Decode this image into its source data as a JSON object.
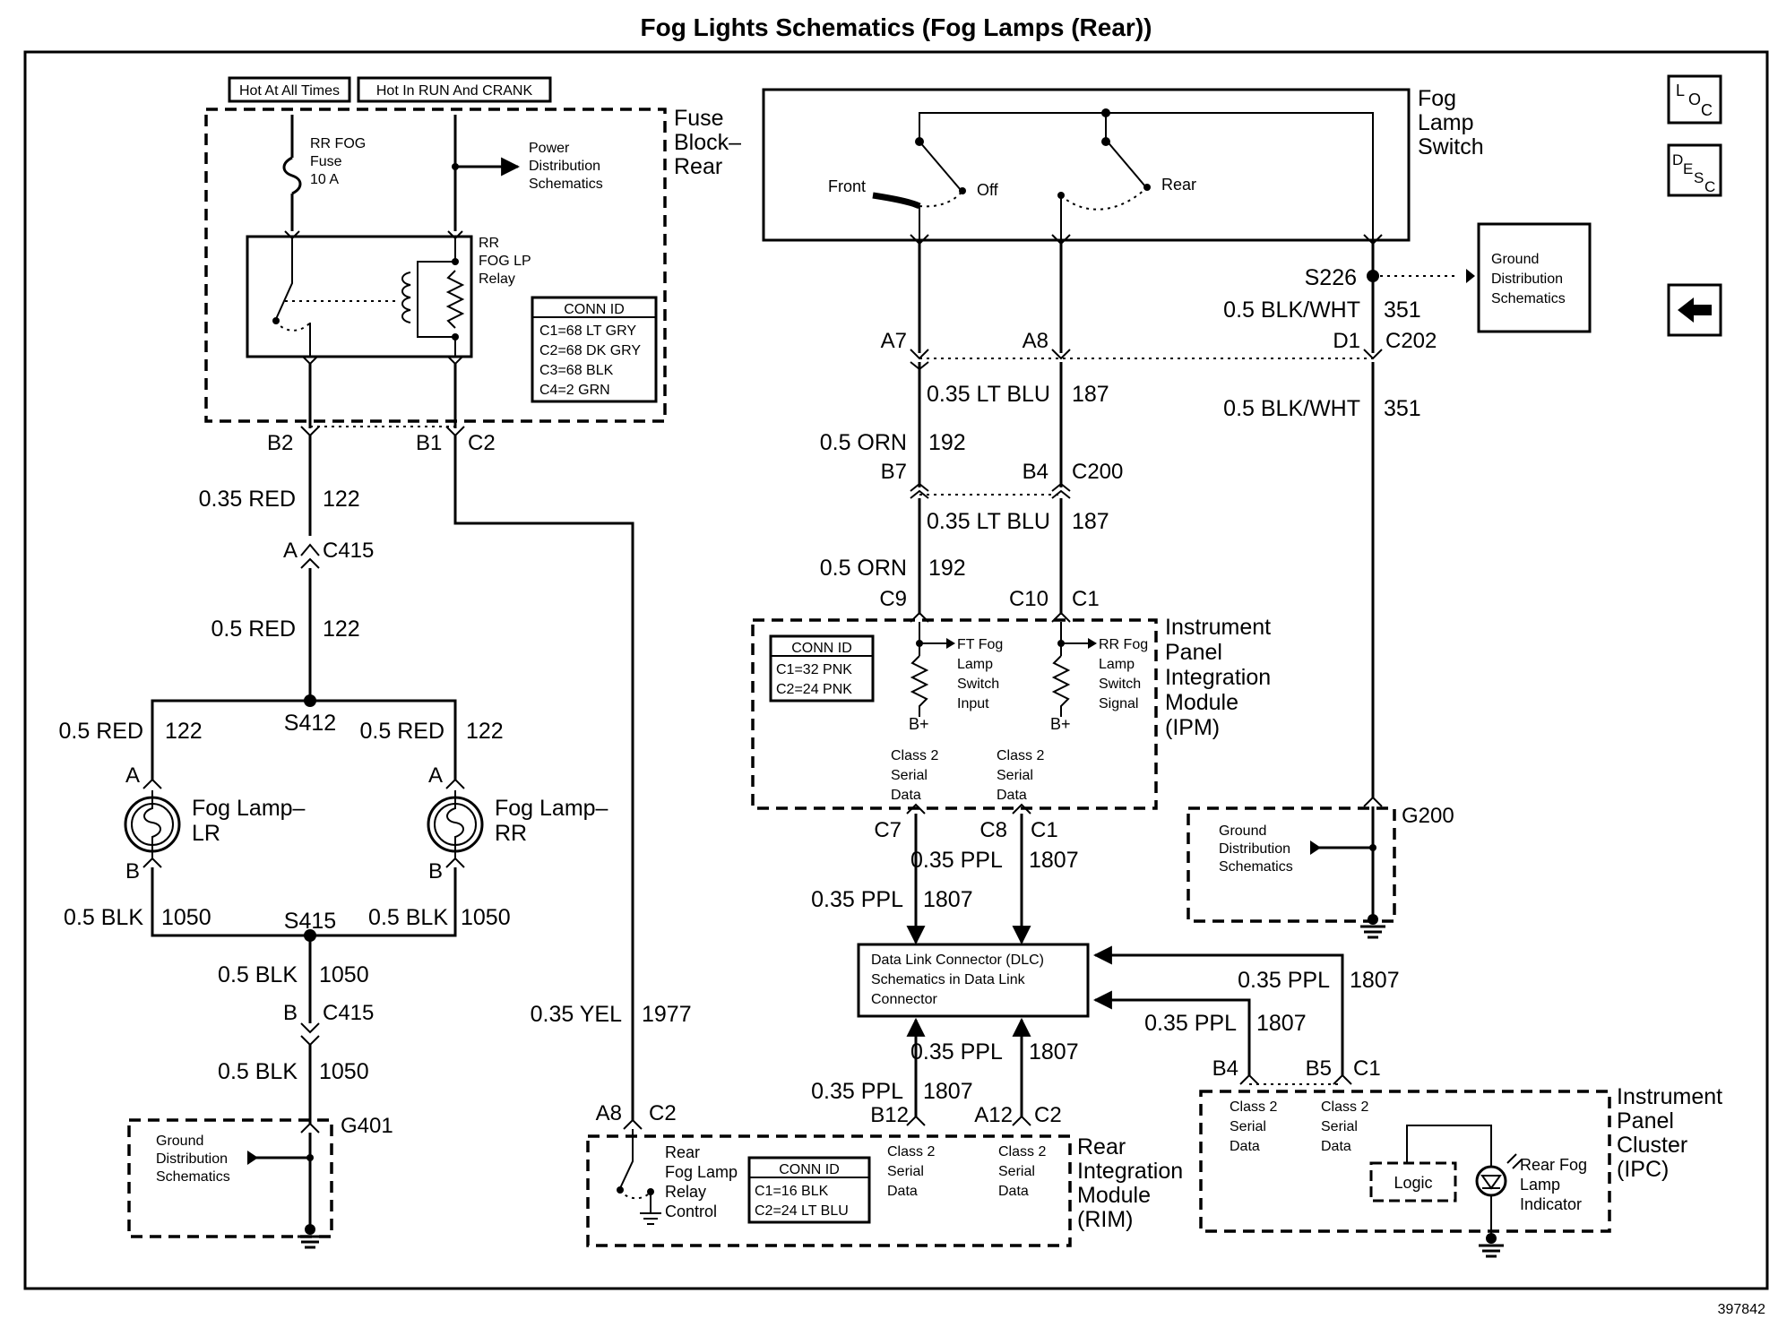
{
  "title": "Fog Lights Schematics (Fog Lamps (Rear))",
  "figure_id": "397842",
  "nav_icons": [
    {
      "name": "loc-icon",
      "letters": [
        "L",
        "O",
        "C"
      ]
    },
    {
      "name": "desc-icon",
      "letters": [
        "D",
        "E",
        "S",
        "C"
      ]
    },
    {
      "name": "back-arrow-icon"
    }
  ],
  "power_labels": [
    "Hot At All Times",
    "Hot In RUN And CRANK"
  ],
  "fuse_block": {
    "name": [
      "Fuse",
      "Block–",
      "Rear"
    ],
    "fuse": [
      "RR FOG",
      "Fuse",
      "10 A"
    ],
    "relay": [
      "RR",
      "FOG LP",
      "Relay"
    ],
    "power_dist": [
      "Power",
      "Distribution",
      "Schematics"
    ],
    "conn_id_title": "CONN ID",
    "conn_ids": [
      "C1=68 LT GRY",
      "C2=68 DK GRY",
      "C3=68 BLK",
      "C4=2 GRN"
    ]
  },
  "fog_switch": {
    "name": [
      "Fog",
      "Lamp",
      "Switch"
    ],
    "positions": [
      "Front",
      "Off",
      "Rear"
    ]
  },
  "ground_dist": [
    "Ground",
    "Distribution",
    "Schematics"
  ],
  "connectors": {
    "B2": "B2",
    "B1": "B1",
    "C2": "C2",
    "A": "A",
    "C415": "C415",
    "B": "B",
    "S412": "S412",
    "S415": "S415",
    "G401": "G401",
    "A7": "A7",
    "A8": "A8",
    "S226": "S226",
    "D1": "D1",
    "C202": "C202",
    "B7": "B7",
    "B4": "B4",
    "C200": "C200",
    "C9": "C9",
    "C10": "C10",
    "C1": "C1",
    "C7": "C7",
    "C8": "C8",
    "G200": "G200",
    "B12": "B12",
    "A12": "A12",
    "B5": "B5"
  },
  "wires": {
    "red_035": "0.35 RED",
    "n122": "122",
    "red_05": "0.5 RED",
    "blk_05": "0.5 BLK",
    "n1050": "1050",
    "yel_035": "0.35 YEL",
    "n1977": "1977",
    "ltblu_035": "0.35 LT BLU",
    "n187": "187",
    "orn_05": "0.5 ORN",
    "n192": "192",
    "blkwht_05": "0.5 BLK/WHT",
    "n351": "351",
    "ppl_035": "0.35 PPL",
    "n1807": "1807"
  },
  "fog_lamps": {
    "lr": [
      "Fog Lamp–",
      "LR"
    ],
    "rr": [
      "Fog Lamp–",
      "RR"
    ]
  },
  "ipm": {
    "name": [
      "Instrument",
      "Panel",
      "Integration",
      "Module",
      "(IPM)"
    ],
    "conn_id_title": "CONN ID",
    "conn_ids": [
      "C1=32 PNK",
      "C2=24 PNK"
    ],
    "ft_input": [
      "FT Fog",
      "Lamp",
      "Switch",
      "Input"
    ],
    "rr_signal": [
      "RR Fog",
      "Lamp",
      "Switch",
      "Signal"
    ],
    "bplus": "B+",
    "serial": [
      "Class 2",
      "Serial",
      "Data"
    ]
  },
  "dlc": [
    "Data Link Connector (DLC)",
    "Schematics in Data Link",
    "Connector"
  ],
  "rim": {
    "name": [
      "Rear",
      "Integration",
      "Module",
      "(RIM)"
    ],
    "relay_control": [
      "Rear",
      "Fog Lamp",
      "Relay",
      "Control"
    ],
    "conn_id_title": "CONN ID",
    "conn_ids": [
      "C1=16 BLK",
      "C2=24 LT BLU"
    ],
    "serial": [
      "Class 2",
      "Serial",
      "Data"
    ]
  },
  "ipc": {
    "name": [
      "Instrument",
      "Panel",
      "Cluster",
      "(IPC)"
    ],
    "serial": [
      "Class 2",
      "Serial",
      "Data"
    ],
    "logic": "Logic",
    "indicator": [
      "Rear Fog",
      "Lamp",
      "Indicator"
    ]
  }
}
